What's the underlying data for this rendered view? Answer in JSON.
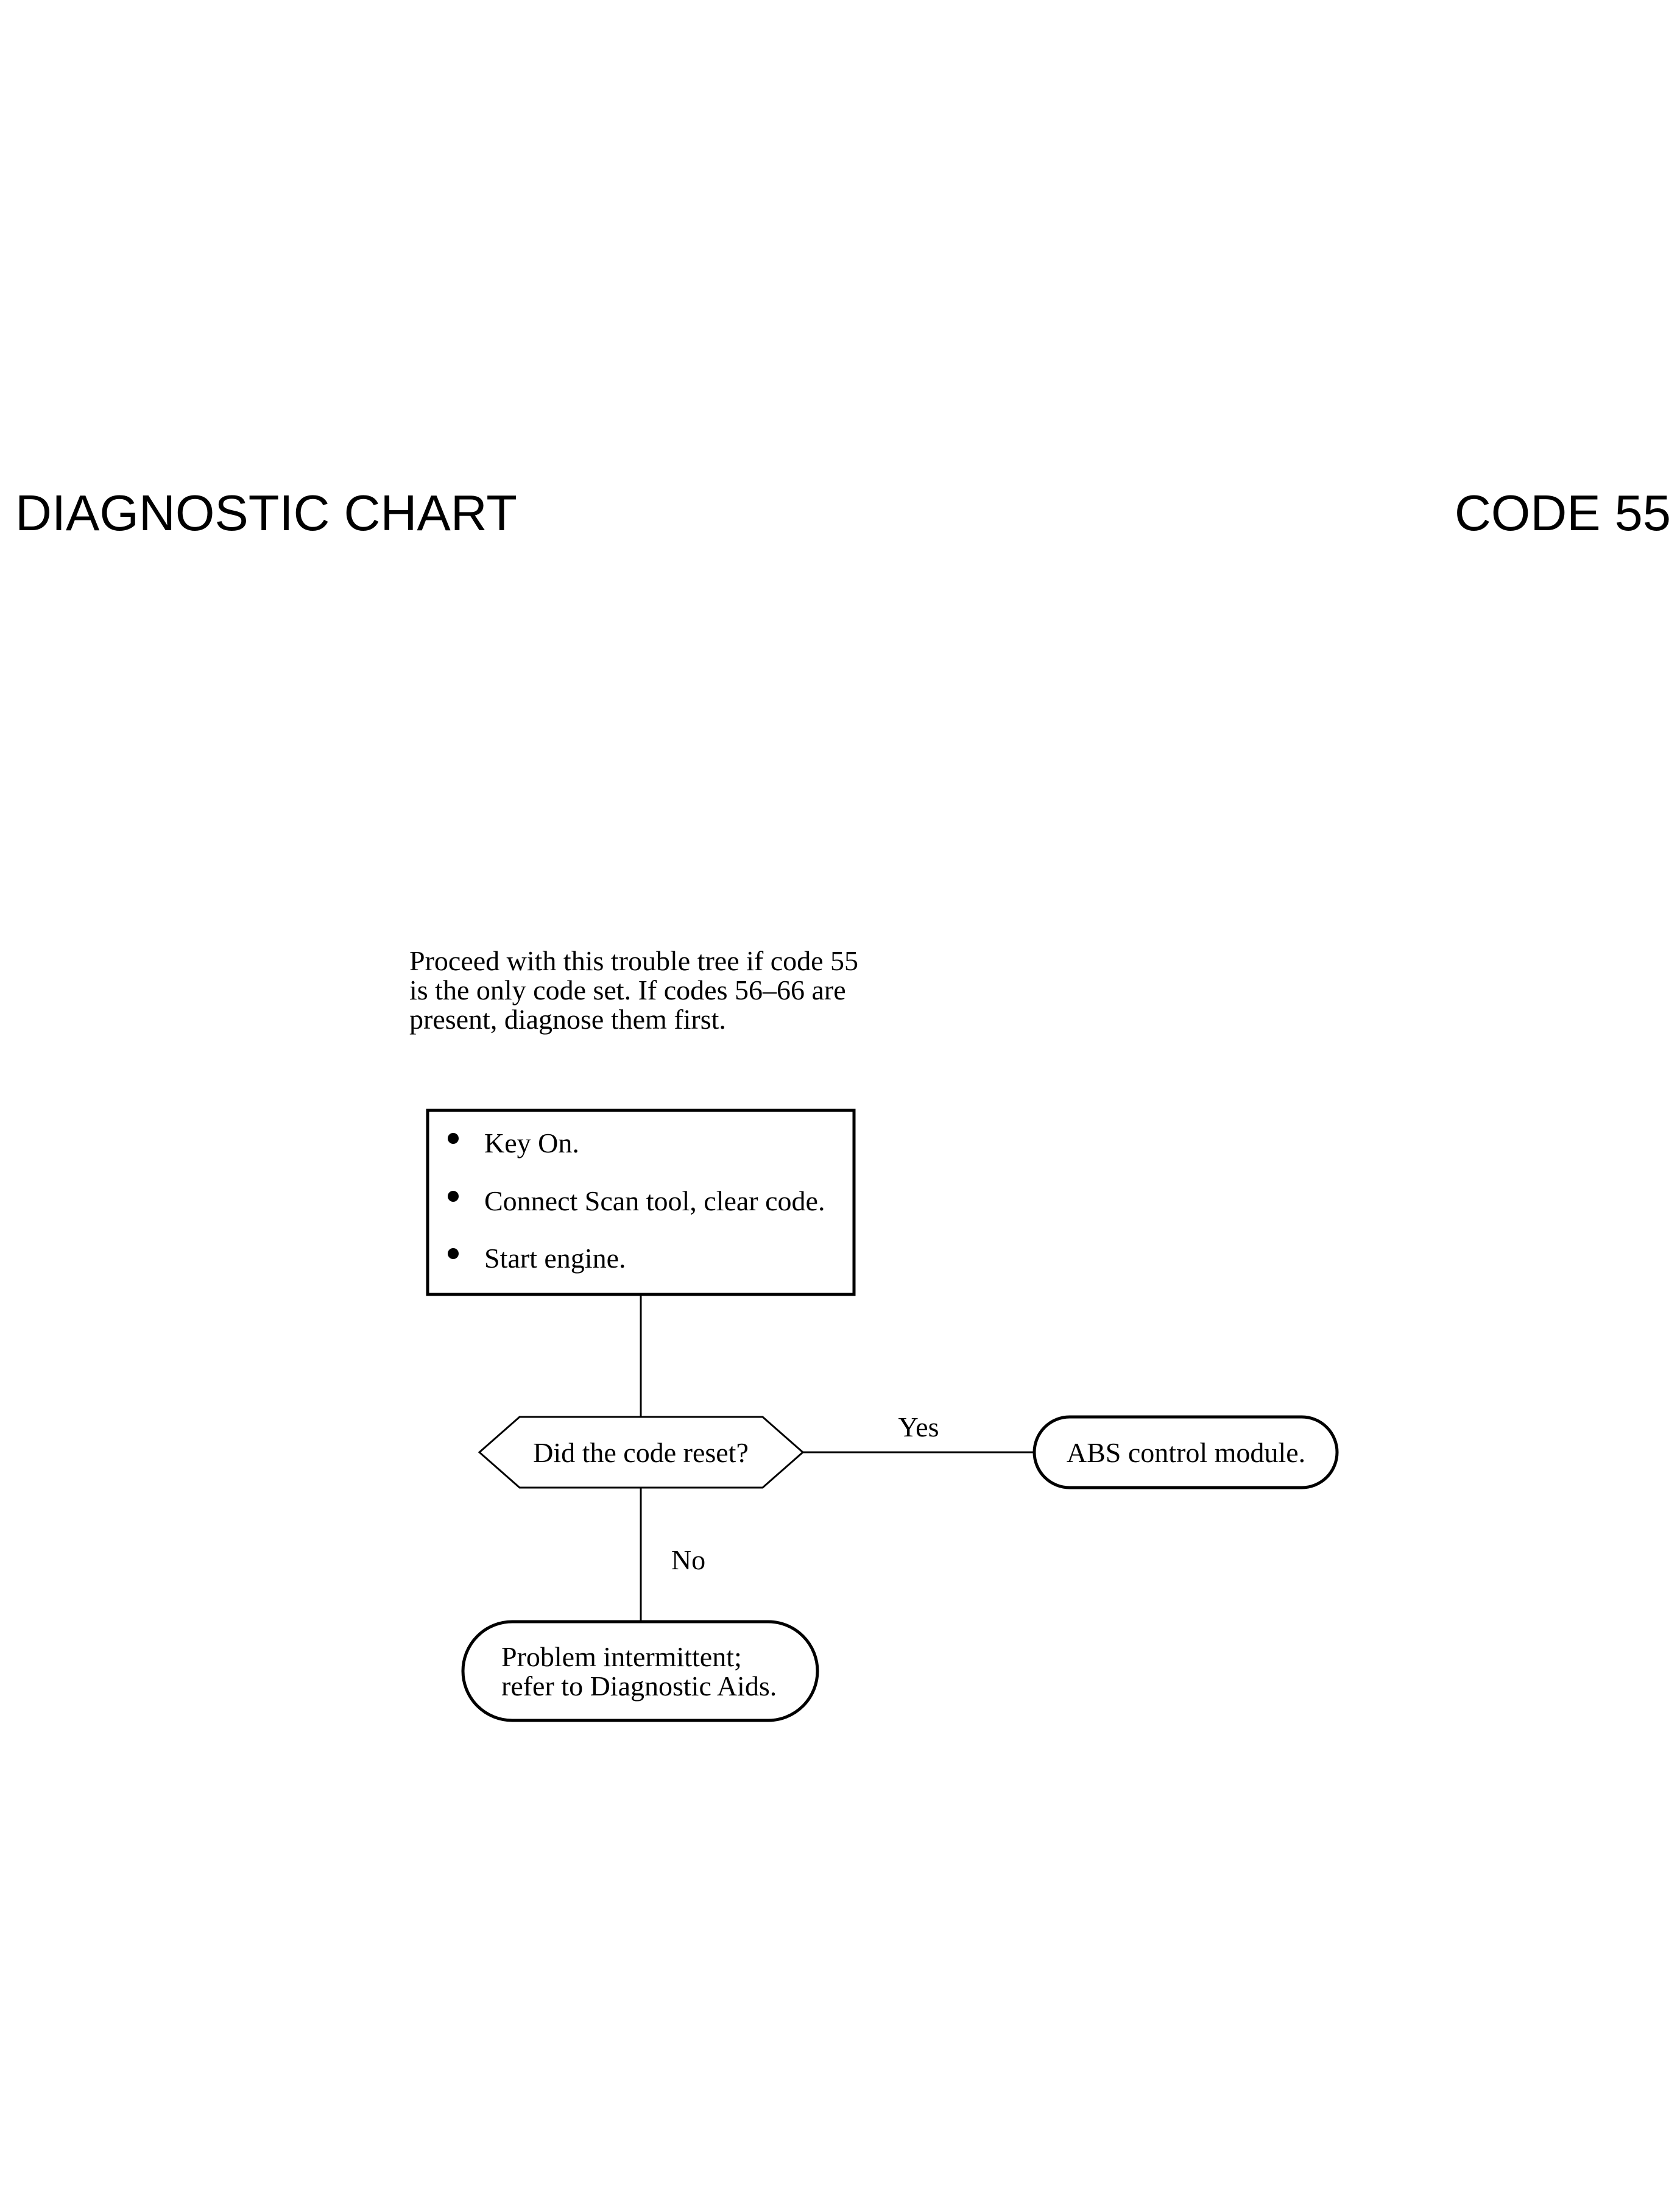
{
  "header": {
    "left_title": "DIAGNOSTIC CHART",
    "right_title": "CODE 55"
  },
  "intro": {
    "lines": [
      "Proceed with this trouble tree if code 55",
      "is the only code set. If codes 56–66 are",
      "present, diagnose them first."
    ]
  },
  "flowchart": {
    "start_box": {
      "bullets": [
        "Key On.",
        "Connect Scan tool, clear code.",
        "Start engine."
      ]
    },
    "decision": {
      "text": "Did the code reset?"
    },
    "yes_label": "Yes",
    "no_label": "No",
    "yes_result": {
      "text": "ABS control module."
    },
    "no_result": {
      "lines": [
        "Problem intermittent;",
        "refer to Diagnostic Aids."
      ]
    }
  }
}
